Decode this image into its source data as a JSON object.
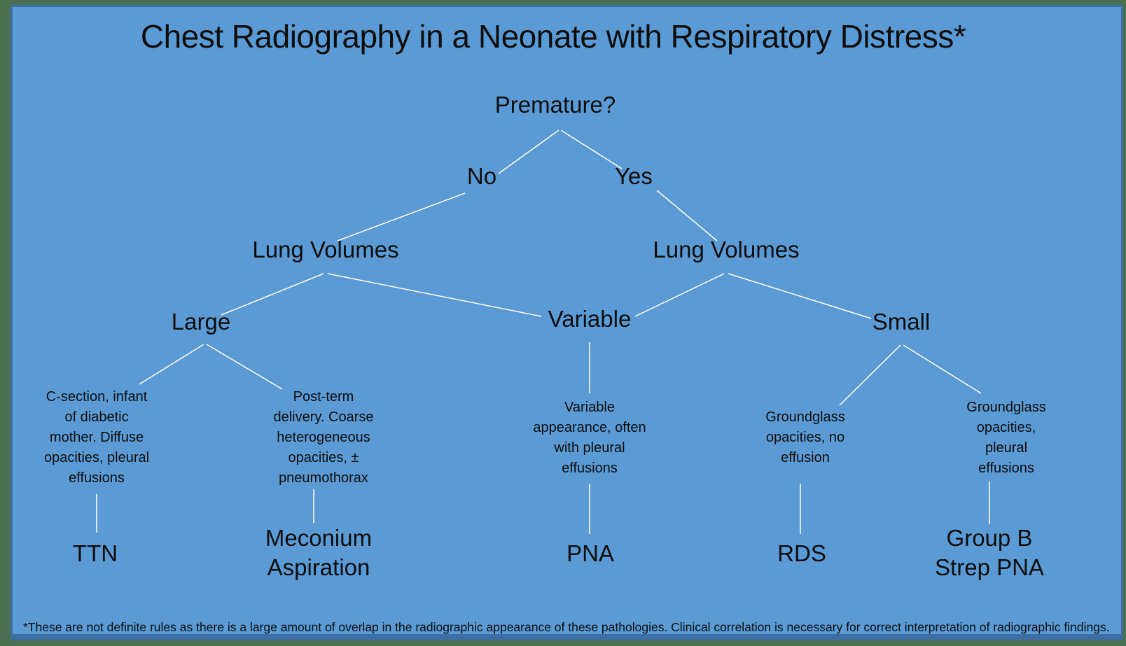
{
  "slide": {
    "title": "Chest Radiography in a Neonate with Respiratory Distress*",
    "footnote": "*These are not definite rules as there is a large amount of overlap in the radiographic appearance of these pathologies. Clinical correlation is necessary for correct interpretation of radiographic findings.",
    "colors": {
      "background_border": "#4a7050",
      "panel_fill": "#5b9bd5",
      "panel_edge": "#3f6da5",
      "connector": "#ffffff",
      "text": "#0d0d0d"
    }
  },
  "tree": {
    "type": "decision-tree",
    "root": "Premature?",
    "answer_no": "No",
    "answer_yes": "Yes",
    "lung_volumes_left": "Lung Volumes",
    "lung_volumes_right": "Lung Volumes",
    "volume_large": "Large",
    "volume_variable": "Variable",
    "volume_small": "Small",
    "desc_ttn": [
      "C-section, infant",
      "of diabetic",
      "mother. Diffuse",
      "opacities, pleural",
      "effusions"
    ],
    "desc_meconium": [
      "Post-term",
      "delivery. Coarse",
      "heterogeneous",
      "opacities, ±",
      "pneumothorax"
    ],
    "desc_pna": [
      "Variable",
      "appearance, often",
      "with pleural",
      "effusions"
    ],
    "desc_rds": [
      "Groundglass",
      "opacities, no",
      "effusion"
    ],
    "desc_gbs": [
      "Groundglass",
      "opacities,",
      "pleural",
      "effusions"
    ],
    "dx_ttn": "TTN",
    "dx_meconium": [
      "Meconium",
      "Aspiration"
    ],
    "dx_pna": "PNA",
    "dx_rds": "RDS",
    "dx_gbs": [
      "Group B",
      "Strep PNA"
    ]
  }
}
